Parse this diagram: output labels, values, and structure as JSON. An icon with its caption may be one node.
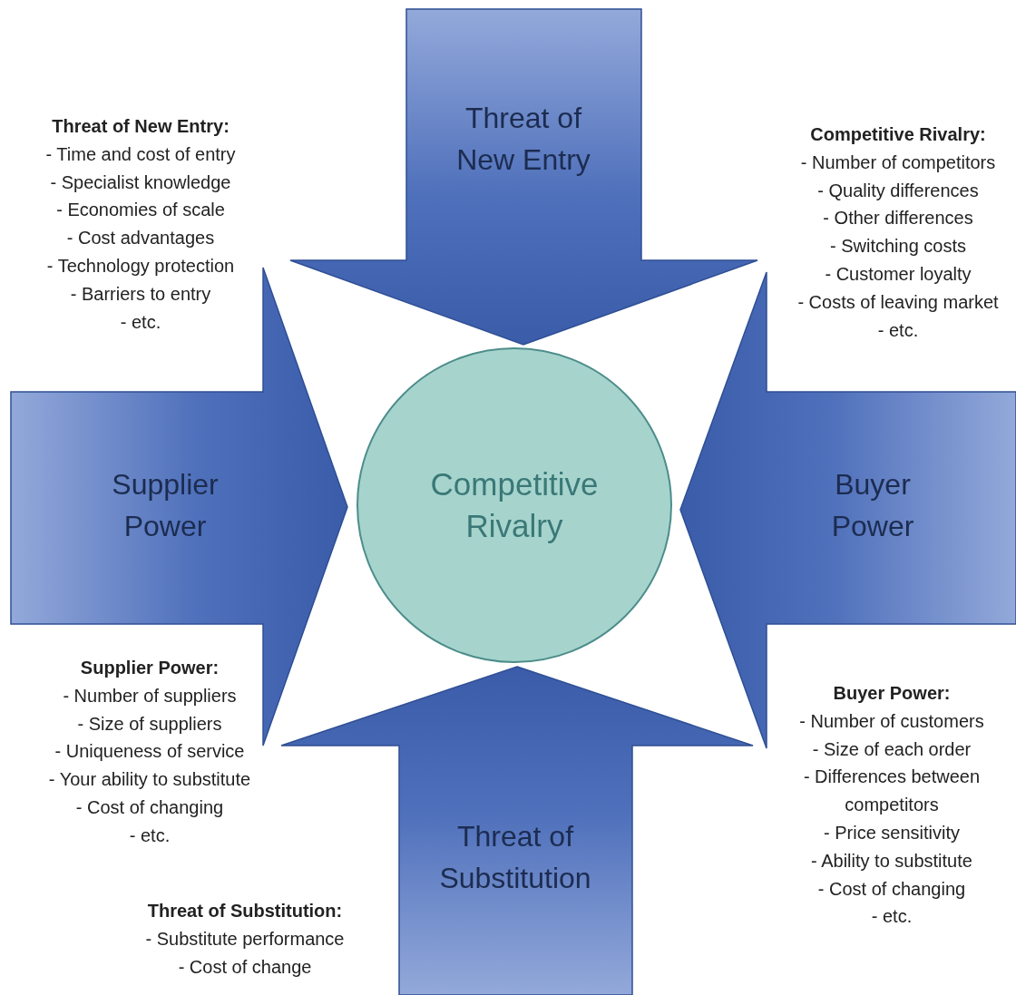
{
  "diagram": {
    "nodes": [
      {
        "text": [
          "Threat of New Entry"
        ]
      },
      {
        "text": [
          "Supplier Power"
        ]
      },
      {
        "text": [
          "Competitive Rivalry"
        ]
      },
      {
        "text": [
          "Buyer Power"
        ]
      },
      {
        "text": [
          "Threat of Substitution"
        ]
      }
    ],
    "labels": [
      "Threat of New Entry:",
      "- Time and cost of entry",
      "- Specialist knowledge",
      "- Economies of scale",
      "- Cost advantages",
      "- Technology protection",
      "- Barriers to entry",
      "- etc.",
      "Competitive Rivalry:",
      "- Number of competitors",
      "- Quality differences",
      "- Other differences",
      "- Switching costs",
      "- Customer loyalty",
      "- Costs of leaving market",
      "- etc.",
      "Supplier Power:",
      "- Number of suppliers",
      "- Size of suppliers",
      "- Uniqueness of service",
      "- Your ability to substitute",
      "- Cost of changing",
      "- etc.",
      "Buyer Power:",
      "- Number of customers",
      "- Size of each order",
      "- Differences between competitors",
      "- Price sensitivity",
      "- Ability to substitute",
      "- Cost of changing",
      "- etc.",
      "Threat of Substitution:",
      "- Substitute performance",
      "- Cost of change"
    ]
  }
}
